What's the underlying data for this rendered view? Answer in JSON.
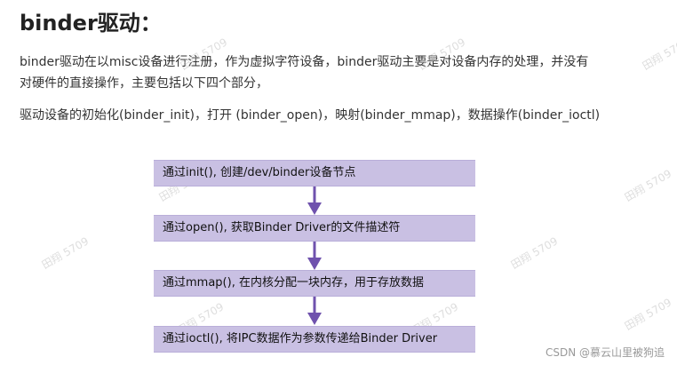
{
  "title": "binder驱动：",
  "paragraph1": {
    "line1": "binder驱动在以misc设备进行注册，作为虚拟字符设备，binder驱动主要是对设备内存的处理，并没有",
    "line2": "对硬件的直接操作，主要包括以下四个部分，"
  },
  "paragraph2": "驱动设备的初始化(binder_init)，打开 (binder_open)，映射(binder_mmap)，数据操作(binder_ioctl)",
  "flowchart": {
    "steps": [
      "通过init(), 创建/dev/binder设备节点",
      "通过open(), 获取Binder Driver的文件描述符",
      "通过mmap(), 在内核分配一块内存，用于存放数据",
      "通过ioctl(), 将IPC数据作为参数传递给Binder Driver"
    ],
    "box_color": "#c9c0e3",
    "arrow_color": "#6f52ad"
  },
  "watermark_text": "田翔 5709",
  "credit": "CSDN @慕云山里被狗追"
}
